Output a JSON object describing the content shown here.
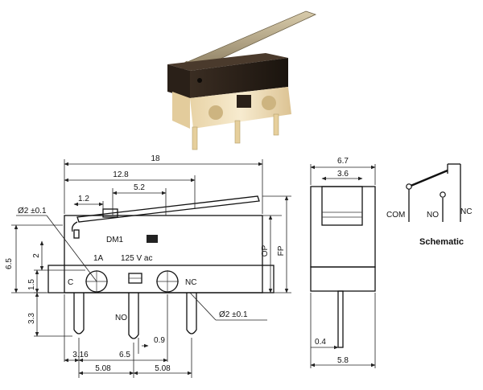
{
  "colors": {
    "switch_body": "#2a2018",
    "switch_base": "#f0dfb8",
    "lever_metal": "#b9a98a",
    "pin_metal": "#e6cf9c"
  },
  "front_view": {
    "dims": {
      "overall_length": "18",
      "lever_pivot_span": "12.8",
      "pin_spacing_top": "5.2",
      "offset_left": "1.2",
      "height_total": "6.5",
      "height_hole_center": "2",
      "height_hole": "1.5",
      "pin_length": "3.3",
      "left_pin_offset": "3.16",
      "mid_span": "6.5",
      "pin_width": "0.9",
      "pin_pitch_left": "5.08",
      "pin_pitch_right": "5.08",
      "op_label": "OP",
      "fp_label": "FP"
    },
    "labels": {
      "hole_top": "Ø2 ±0.1",
      "hole_bottom": "Ø2 ±0.1",
      "model": "DM1",
      "rating_current": "1A",
      "rating_voltage": "125 V ac",
      "terminal_c": "C",
      "terminal_no": "NO",
      "terminal_nc": "NC"
    }
  },
  "side_view": {
    "dims": {
      "width_total": "6.7",
      "width_button": "3.6",
      "pin_thickness": "0.4",
      "base_width": "5.8"
    }
  },
  "schematic": {
    "title": "Schematic",
    "com": "COM",
    "no": "NO",
    "nc": "NC"
  }
}
